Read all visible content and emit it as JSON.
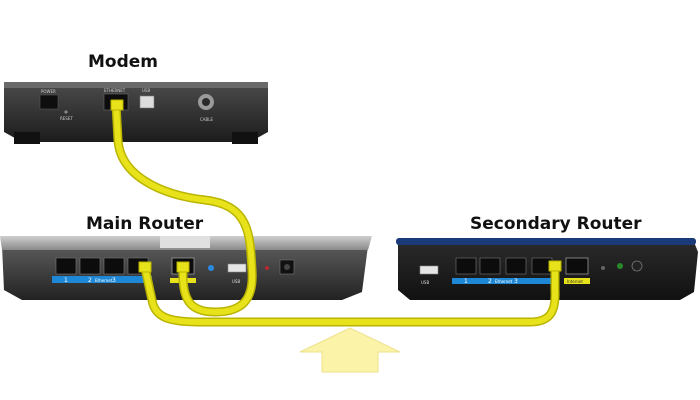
{
  "labels": {
    "modem": "Modem",
    "main_router": "Main Router",
    "secondary_router": "Secondary Router"
  },
  "modem_panel": {
    "power": "POWER",
    "reset": "RESET",
    "ethernet": "ETHERNET",
    "usb": "USB",
    "cable": "CABLE"
  },
  "main_router_panel": {
    "port_numbers": [
      "1",
      "2",
      "3"
    ],
    "ethernet": "Ethernet",
    "usb": "USB"
  },
  "secondary_router_panel": {
    "usb": "USB",
    "port_numbers": [
      "1",
      "2",
      "3"
    ],
    "ethernet": "Ethernet",
    "internet": "Internet"
  },
  "colors": {
    "cable": "#e8e21a",
    "cable_outline": "#b9b400",
    "arrow": "#fbf3a8",
    "secondary_trim": "#1a3a7a"
  }
}
